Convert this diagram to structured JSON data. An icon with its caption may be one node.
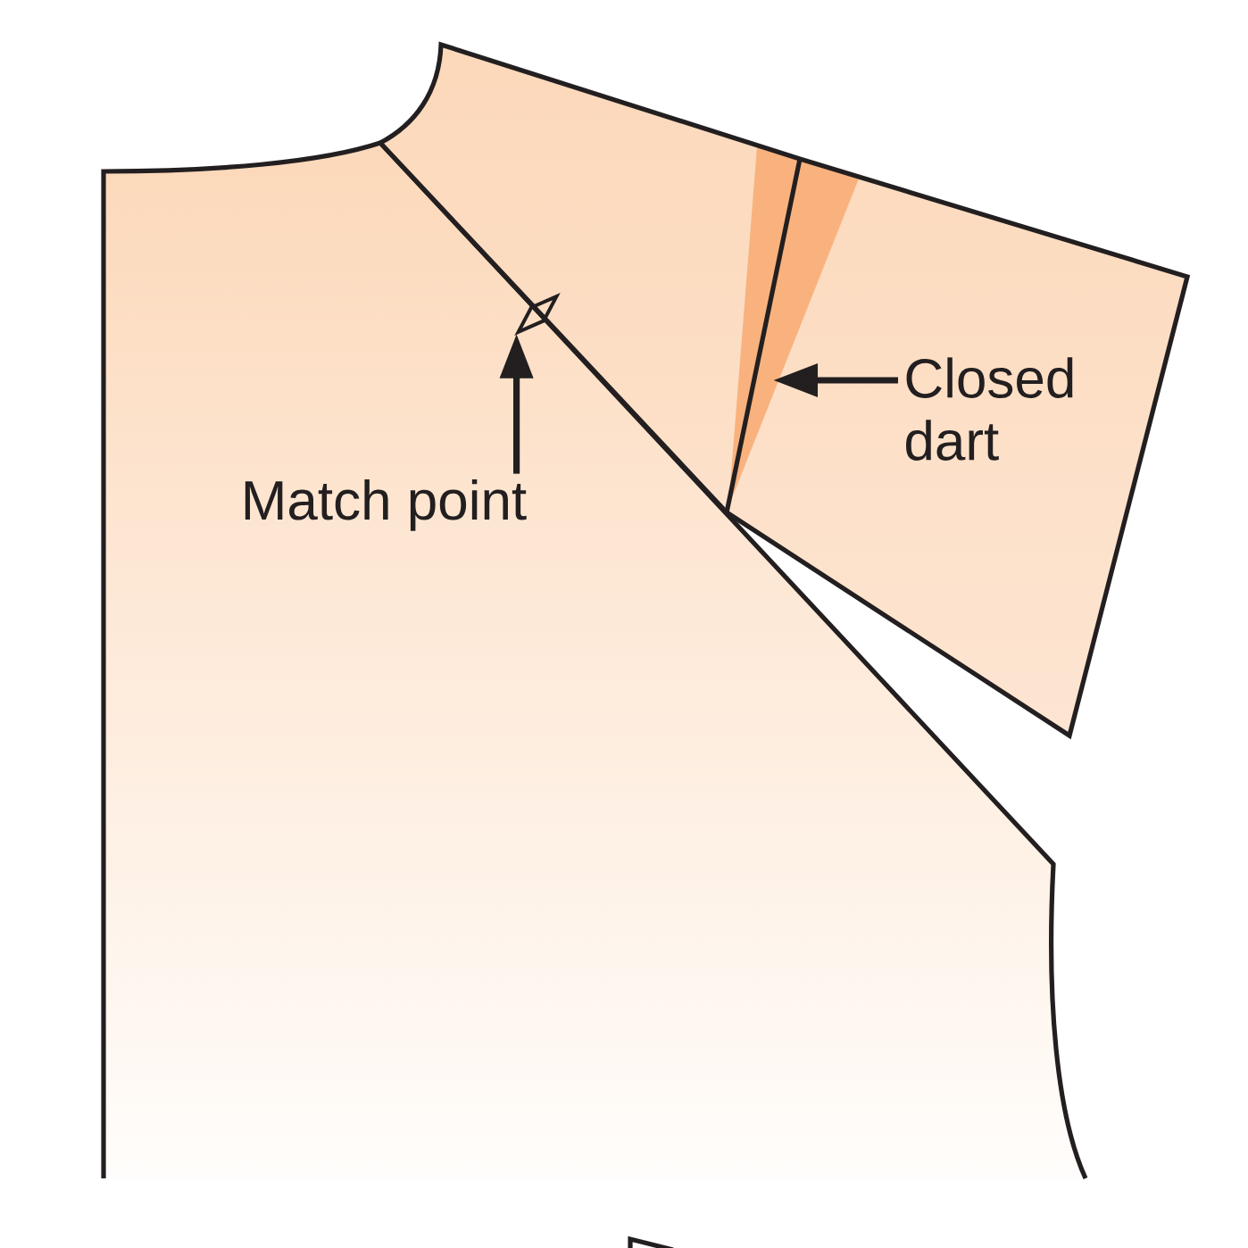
{
  "diagram": {
    "nodes": [
      {
        "text": [
          "Match point"
        ]
      },
      {
        "text": [],
        "shape": "diamond"
      },
      {
        "text": [
          "Closed dart"
        ]
      }
    ],
    "edges": [
      {
        "from": 0,
        "to": 1,
        "arrow": "to"
      },
      {
        "from": 2,
        "to": null,
        "arrow": "to"
      }
    ]
  }
}
